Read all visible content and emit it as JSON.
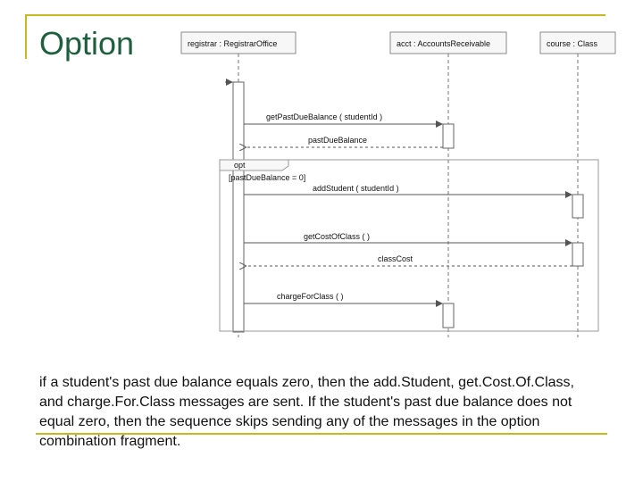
{
  "slide": {
    "title": "Option",
    "caption": "if a student's past due balance equals zero, then the add.Student, get.Cost.Of.Class, and charge.For.Class messages are sent. If the student's past due balance does not equal zero, then the sequence skips sending any of the messages in the option combination fragment."
  },
  "diagram": {
    "lifelines": [
      {
        "label": "registrar : RegistrarOffice"
      },
      {
        "label": "acct : AccountsReceivable"
      },
      {
        "label": "course : Class"
      }
    ],
    "fragment": {
      "operator": "opt",
      "guard": "[pastDueBalance = 0]"
    },
    "messages": [
      {
        "label": "getPastDueBalance ( studentId )",
        "type": "call"
      },
      {
        "label": "pastDueBalance",
        "type": "return"
      },
      {
        "label": "addStudent ( studentId )",
        "type": "call"
      },
      {
        "label": "getCostOfClass ( )",
        "type": "call"
      },
      {
        "label": "classCost",
        "type": "return"
      },
      {
        "label": "chargeForClass ( )",
        "type": "call"
      }
    ],
    "colors": {
      "line": "#555555",
      "frame": "#888888",
      "header_fill": "#f7f7f7",
      "accent": "#c8b820"
    }
  }
}
